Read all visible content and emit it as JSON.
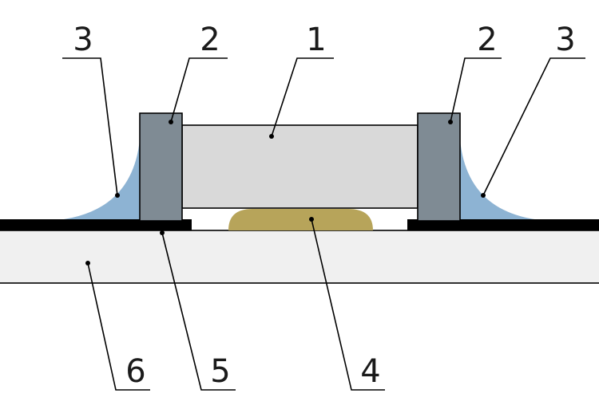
{
  "labels": {
    "component_body": "1",
    "terminal_left": "2",
    "terminal_right": "2",
    "solder_fillet_left": "3",
    "solder_fillet_right": "3",
    "adhesive_dot": "4",
    "copper_pad": "5",
    "pcb_substrate": "6"
  },
  "colors": {
    "component_body": "#d9d9d9",
    "terminal": "#7f8b94",
    "solder_fillet": "#8db3d3",
    "adhesive": "#b7a45a",
    "copper_pad": "#000000",
    "pcb_substrate": "#f0f0f0"
  }
}
